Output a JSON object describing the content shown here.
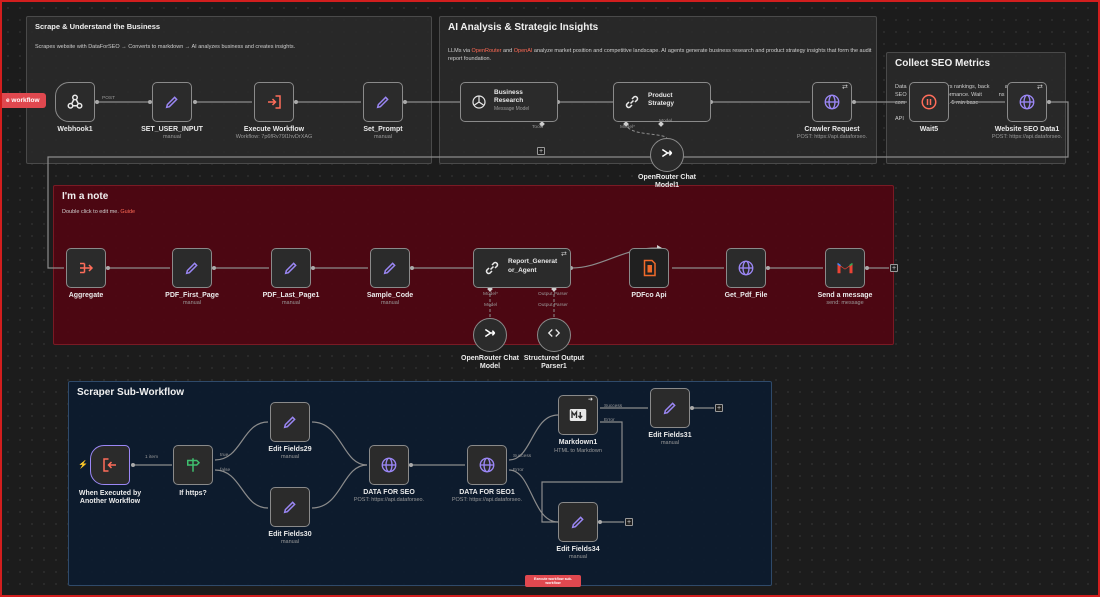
{
  "sticky_notes": {
    "scrape": {
      "title": "Scrape & Understand the Business",
      "text": "Scrapes website with DataForSEO → Converts to markdown → AI analyzes business and creates insights."
    },
    "ai": {
      "title": "AI Analysis & Strategic Insights",
      "text_pre": "LLMs via ",
      "hl1": "OpenRouter",
      "text_mid": " and ",
      "hl2": "OpenAI",
      "text_post": " analyze market position and competitive landscape. AI agents generate business research and product strategy insights that form the audit report foundation."
    },
    "seo": {
      "title": "Collect SEO Metrics",
      "line1": "Data                      thers rankings, back          al",
      "line2": "SEO                    performance. Wait           ns",
      "line3": "com                    ion (1-5 min base",
      "line4": "API"
    },
    "note": {
      "title": "I'm a note",
      "text": "Double click to edit me. ",
      "link": "Guide"
    },
    "subflow": {
      "title": "Scraper Sub-Workflow"
    }
  },
  "left_tag": "e workflow",
  "bottom_tag": "Execute workflow sub-workflow",
  "nodes": {
    "webhook": {
      "label": "Webhook1",
      "icon": "webhook-icon"
    },
    "set_user_input": {
      "label": "SET_USER_INPUT",
      "sub": "manual",
      "icon": "pencil-icon"
    },
    "execute_workflow": {
      "label": "Execute Workflow",
      "sub": "Workflow: 7p6fRv79l1hvDrXAG",
      "icon": "execute-icon"
    },
    "set_prompt": {
      "label": "Set_Prompt",
      "sub": "manual",
      "icon": "pencil-icon"
    },
    "business_research": {
      "label1": "Business",
      "label2": "Research",
      "sub": "Message Model",
      "icon": "openai-icon"
    },
    "product_strategy": {
      "label1": "Product",
      "label2": "Strategy",
      "icon": "link-icon"
    },
    "crawler_request": {
      "label": "Crawler Request",
      "sub": "POST: https://api.dataforseo.",
      "icon": "globe-icon"
    },
    "wait5": {
      "label": "Wait5",
      "icon": "pause-icon"
    },
    "website_seo": {
      "label": "Website SEO Data1",
      "sub": "POST: https://api.dataforseo.",
      "icon": "globe-icon"
    },
    "openrouter1": {
      "label1": "OpenRouter Chat",
      "label2": "Model1",
      "icon": "openrouter-icon"
    },
    "aggregate": {
      "label": "Aggregate",
      "icon": "aggregate-icon"
    },
    "pdf_first": {
      "label": "PDF_First_Page",
      "sub": "manual",
      "icon": "pencil-icon"
    },
    "pdf_last": {
      "label": "PDF_Last_Page1",
      "sub": "manual",
      "icon": "pencil-icon"
    },
    "sample_code": {
      "label": "Sample_Code",
      "sub": "manual",
      "icon": "pencil-icon"
    },
    "report_agent": {
      "label1": "Report_Generat",
      "label2": "or_Agent",
      "icon": "link-icon"
    },
    "pdfco": {
      "label": "PDFco Api",
      "icon": "pdfco-icon"
    },
    "get_pdf": {
      "label": "Get_Pdf_File",
      "icon": "globe-icon"
    },
    "send_message": {
      "label": "Send a message",
      "sub": "send: message",
      "icon": "gmail-icon"
    },
    "openrouter": {
      "label1": "OpenRouter Chat",
      "label2": "Model",
      "icon": "openrouter-icon"
    },
    "parser": {
      "label1": "Structured Output",
      "label2": "Parser1",
      "icon": "code-icon"
    },
    "when_executed": {
      "label1": "When Executed by",
      "label2": "Another Workflow",
      "icon": "enter-icon"
    },
    "if_https": {
      "label": "If https?",
      "icon": "signpost-icon"
    },
    "edit29": {
      "label": "Edit Fields29",
      "sub": "manual",
      "icon": "pencil-icon"
    },
    "edit30": {
      "label": "Edit Fields30",
      "sub": "manual",
      "icon": "pencil-icon"
    },
    "data_seo": {
      "label": "DATA FOR SEO",
      "sub": "POST: https://api.dataforseo.",
      "icon": "globe-icon"
    },
    "data_seo1": {
      "label": "DATA FOR SEO1",
      "sub": "POST: https://api.dataforseo.",
      "icon": "globe-icon"
    },
    "markdown1": {
      "label": "Markdown1",
      "sub": "HTML to Markdown",
      "icon": "markdown-icon"
    },
    "edit31": {
      "label": "Edit Fields31",
      "sub": "manual",
      "icon": "pencil-icon"
    },
    "edit34": {
      "label": "Edit Fields34",
      "sub": "manual",
      "icon": "pencil-icon"
    }
  },
  "connection_labels": {
    "post": "POST",
    "one_item": "1 item",
    "true": "true",
    "false": "false",
    "success": "Success",
    "error": "Error",
    "error2": "Error",
    "success2": "Success",
    "model_star": "Model*",
    "model": "Model",
    "model_star2": "Model*",
    "model2": "Model",
    "output_parser": "Output Parser",
    "output_parser2": "Output Parser",
    "tools": "Tools",
    "tools2": "Tools"
  },
  "colors": {
    "accent": "#ff6d5a",
    "ai_note": "#4e0612",
    "subflow_note": "#0d1b2e",
    "icon_purple": "#9b87f5",
    "border_red": "#d21e1e"
  }
}
